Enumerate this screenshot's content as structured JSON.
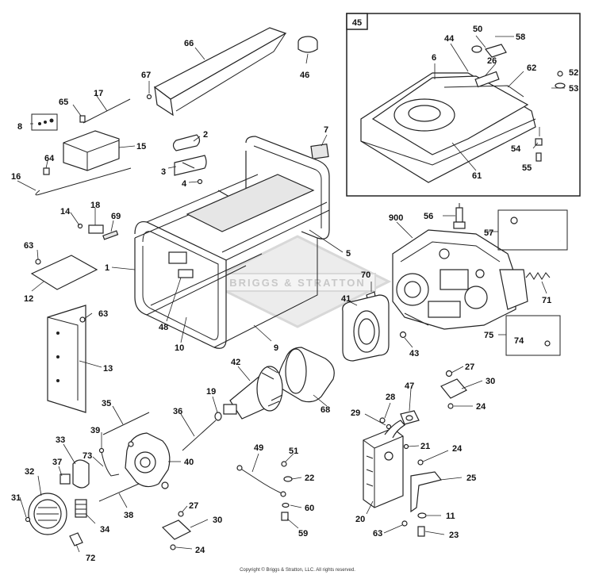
{
  "watermark": "BRIGGS & STRATTON",
  "copyright": "Copyright © Briggs & Stratton, LLC. All rights reserved.",
  "inset_title": "45",
  "callouts": {
    "p1": "1",
    "p2": "2",
    "p3": "3",
    "p4": "4",
    "p5": "5",
    "p6": "6",
    "p7": "7",
    "p8": "8",
    "p9": "9",
    "p10": "10",
    "p11": "11",
    "p12": "12",
    "p13": "13",
    "p14": "14",
    "p15": "15",
    "p16": "16",
    "p17": "17",
    "p18": "18",
    "p19": "19",
    "p20": "20",
    "p21": "21",
    "p22": "22",
    "p23": "23",
    "p24a": "24",
    "p24b": "24",
    "p24c": "24",
    "p25": "25",
    "p26": "26",
    "p27a": "27",
    "p27b": "27",
    "p28": "28",
    "p29": "29",
    "p30a": "30",
    "p30b": "30",
    "p31": "31",
    "p32": "32",
    "p33": "33",
    "p34": "34",
    "p35": "35",
    "p36": "36",
    "p37": "37",
    "p38": "38",
    "p39": "39",
    "p40": "40",
    "p41": "41",
    "p42": "42",
    "p43": "43",
    "p44": "44",
    "p46": "46",
    "p47": "47",
    "p48": "48",
    "p49": "49",
    "p50": "50",
    "p51": "51",
    "p52": "52",
    "p53": "53",
    "p54": "54",
    "p55": "55",
    "p56": "56",
    "p57": "57",
    "p58": "58",
    "p59": "59",
    "p60": "60",
    "p61": "61",
    "p62": "62",
    "p63a": "63",
    "p63b": "63",
    "p63c": "63",
    "p64": "64",
    "p65": "65",
    "p66": "66",
    "p67": "67",
    "p68": "68",
    "p69": "69",
    "p70": "70",
    "p71": "71",
    "p72": "72",
    "p73": "73",
    "p74": "74",
    "p75": "75",
    "p900": "900"
  }
}
